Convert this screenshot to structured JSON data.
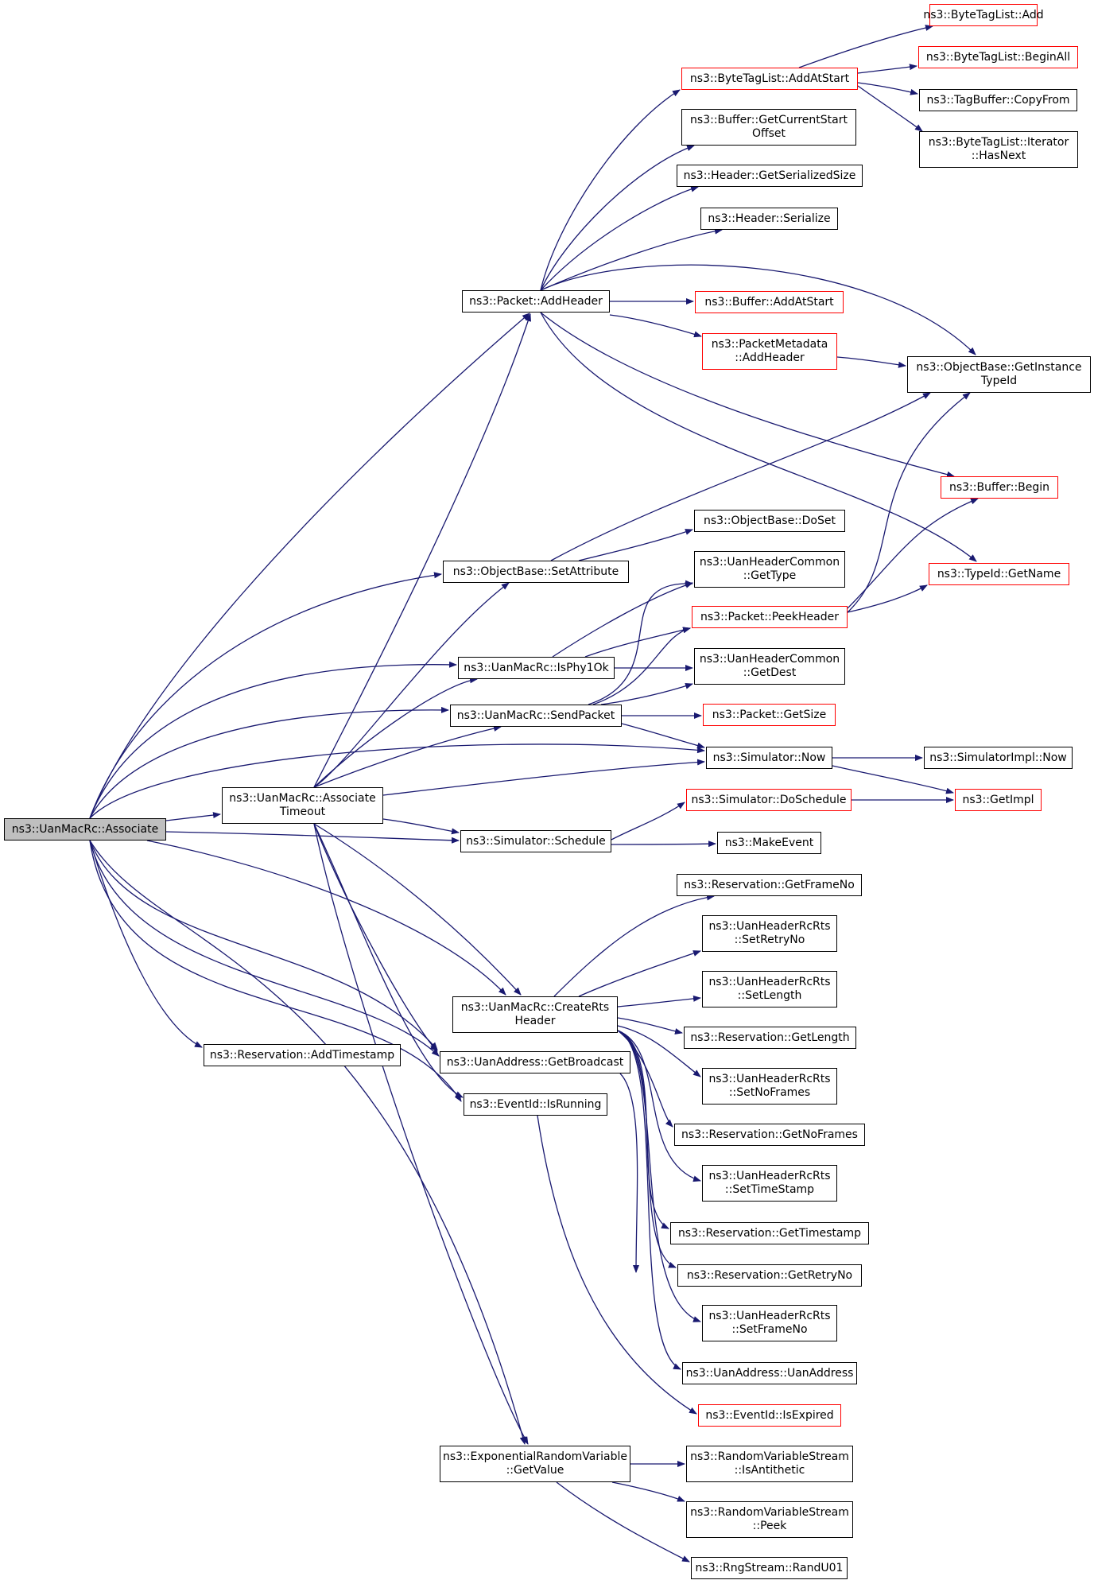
{
  "colors": {
    "edge": "#191970",
    "node_border": "#000000",
    "undocumented_border": "#ff0000",
    "root_fill": "#bfbfbf"
  },
  "nodes": {
    "associate": "ns3::UanMacRc::Associate",
    "associate_timeout": "ns3::UanMacRc::Associate\nTimeout",
    "add_timestamp": "ns3::Reservation::AddTimestamp",
    "add_header": "ns3::Packet::AddHeader",
    "set_attribute": "ns3::ObjectBase::SetAttribute",
    "is_phy1ok": "ns3::UanMacRc::IsPhy1Ok",
    "send_packet": "ns3::UanMacRc::SendPacket",
    "schedule": "ns3::Simulator::Schedule",
    "create_rts": "ns3::UanMacRc::CreateRts\nHeader",
    "get_broadcast": "ns3::UanAddress::GetBroadcast",
    "is_running": "ns3::EventId::IsRunning",
    "exp_get_value": "ns3::ExponentialRandomVariable\n::GetValue",
    "btl_add_at_start": "ns3::ByteTagList::AddAtStart",
    "buf_get_current_start": "ns3::Buffer::GetCurrentStart\nOffset",
    "hdr_get_serialized_size": "ns3::Header::GetSerializedSize",
    "hdr_serialize": "ns3::Header::Serialize",
    "buf_add_at_start": "ns3::Buffer::AddAtStart",
    "pm_add_header": "ns3::PacketMetadata\n::AddHeader",
    "ob_get_instance_typeid": "ns3::ObjectBase::GetInstance\nTypeId",
    "buf_begin": "ns3::Buffer::Begin",
    "ob_do_set": "ns3::ObjectBase::DoSet",
    "uhc_get_type": "ns3::UanHeaderCommon\n::GetType",
    "typeid_get_name": "ns3::TypeId::GetName",
    "pkt_peek_header": "ns3::Packet::PeekHeader",
    "uhc_get_dest": "ns3::UanHeaderCommon\n::GetDest",
    "pkt_get_size": "ns3::Packet::GetSize",
    "sim_now": "ns3::Simulator::Now",
    "simimpl_now": "ns3::SimulatorImpl::Now",
    "sim_do_schedule": "ns3::Simulator::DoSchedule",
    "get_impl": "ns3::GetImpl",
    "make_event": "ns3::MakeEvent",
    "btl_add": "ns3::ByteTagList::Add",
    "btl_begin_all": "ns3::ByteTagList::BeginAll",
    "tb_copy_from": "ns3::TagBuffer::CopyFrom",
    "btl_iter_has_next": "ns3::ByteTagList::Iterator\n::HasNext",
    "res_get_frame_no": "ns3::Reservation::GetFrameNo",
    "rts_set_retry_no": "ns3::UanHeaderRcRts\n::SetRetryNo",
    "rts_set_length": "ns3::UanHeaderRcRts\n::SetLength",
    "res_get_length": "ns3::Reservation::GetLength",
    "rts_set_no_frames": "ns3::UanHeaderRcRts\n::SetNoFrames",
    "res_get_no_frames": "ns3::Reservation::GetNoFrames",
    "rts_set_timestamp": "ns3::UanHeaderRcRts\n::SetTimeStamp",
    "res_get_timestamp": "ns3::Reservation::GetTimestamp",
    "res_get_retry_no": "ns3::Reservation::GetRetryNo",
    "rts_set_frame_no": "ns3::UanHeaderRcRts\n::SetFrameNo",
    "uan_address_ctor": "ns3::UanAddress::UanAddress",
    "event_is_expired": "ns3::EventId::IsExpired",
    "rvs_is_antithetic": "ns3::RandomVariableStream\n::IsAntithetic",
    "rvs_peek": "ns3::RandomVariableStream\n::Peek",
    "rng_rand_u01": "ns3::RngStream::RandU01"
  }
}
